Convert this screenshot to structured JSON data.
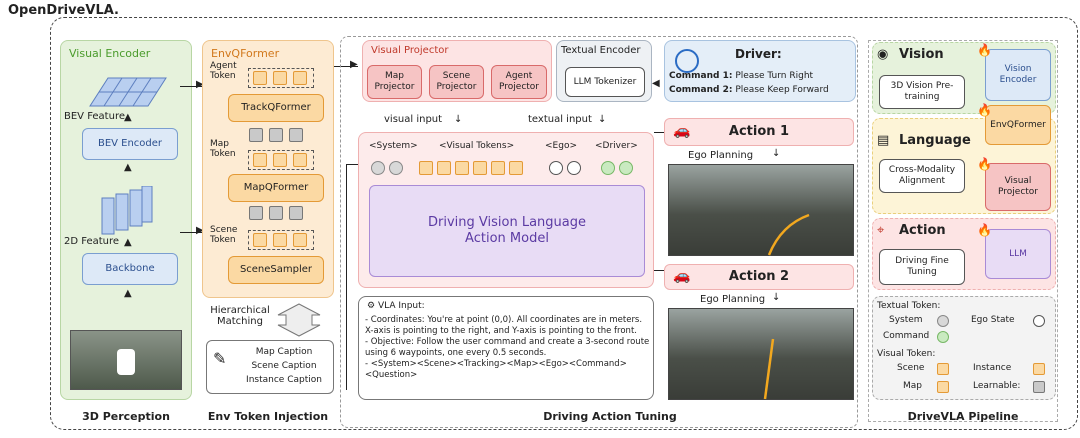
{
  "title": "OpenDriveVLA.",
  "sections": {
    "perception": "3D Perception",
    "env": "Env Token Injection",
    "tuning": "Driving Action Tuning",
    "pipeline": "DriveVLA Pipeline"
  },
  "visual_encoder": {
    "title": "Visual Encoder",
    "bev_feature": "BEV Feature",
    "bev_encoder": "BEV Encoder",
    "feature_2d": "2D Feature",
    "backbone": "Backbone"
  },
  "envq": {
    "title": "EnvQFormer",
    "agent_token": "Agent Token",
    "trackq": "TrackQFormer",
    "map_token": "Map Token",
    "mapq": "MapQFormer",
    "scene_token": "Scene Token",
    "scene_sampler": "SceneSampler",
    "hier": "Hierarchical Matching",
    "captions": [
      "Map Caption",
      "Scene Caption",
      "Instance Caption"
    ]
  },
  "visual_projector": {
    "title": "Visual Projector",
    "items": [
      "Map Projector",
      "Scene Projector",
      "Agent Projector"
    ]
  },
  "textual_encoder": {
    "title": "Textual Encoder",
    "tokenizer": "LLM Tokenizer"
  },
  "driver": {
    "title": "Driver:",
    "cmd1_label": "Command 1:",
    "cmd1": "Please Turn Right",
    "cmd2_label": "Command 2:",
    "cmd2": "Please Keep Forward"
  },
  "model": {
    "visual_input": "visual input",
    "textual_input": "textual input",
    "tags": [
      "<System>",
      "<Visual Tokens>",
      "<Ego>",
      "<Driver>"
    ],
    "name": "Driving Vision Language Action Model"
  },
  "vla_input": {
    "title": "VLA Input:",
    "lines": [
      "- Coordinates: You're at point (0,0). All coordinates are in meters. X-axis is pointing to the right, and Y-axis is pointing to the front.",
      "- Objective: Follow the user command and create a 3-second route using 6 waypoints, one every 0.5 seconds.",
      "- <System><Scene><Tracking><Map><Ego><Command><Question>"
    ]
  },
  "actions": {
    "action1": "Action 1",
    "action2": "Action 2",
    "ego_planning": "Ego Planning"
  },
  "pipeline": {
    "vision": "Vision",
    "vision_step": "3D Vision Pre-training",
    "vision_enc": "Vision Encoder",
    "language": "Language",
    "lang_step": "Cross-Modality Alignment",
    "envq": "EnvQFormer",
    "vis_proj": "Visual Projector",
    "action": "Action",
    "act_step": "Driving Fine Tuning",
    "llm": "LLM"
  },
  "legend": {
    "textual": "Textual Token:",
    "system": "System",
    "ego": "Ego State",
    "command": "Command",
    "visual": "Visual Token:",
    "scene": "Scene",
    "instance": "Instance",
    "map": "Map",
    "learnable": "Learnable:"
  },
  "colors": {
    "green_panel": "#e6f2dc",
    "orange_panel": "#fdebd3",
    "pink_panel": "#fde4e4",
    "blue_box": "#dde9f7",
    "purple_box": "#e8dcf5"
  }
}
